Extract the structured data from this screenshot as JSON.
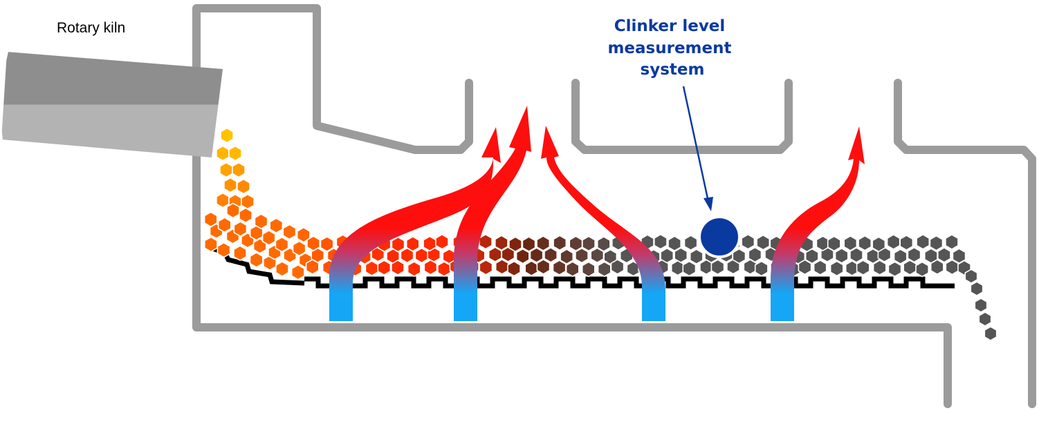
{
  "labels": {
    "rotary_kiln": "Rotary kiln",
    "measurement_system": [
      "Clinker level",
      "measurement",
      "system"
    ]
  },
  "colors": {
    "housing": "#9b9b9b",
    "kiln_top": "#8c8c8c",
    "kiln_bottom": "#b5b5b5",
    "grate": "#000000",
    "sensor": "#0a3aa0",
    "label_accent": "#0a3aa0",
    "fan_blades": "#1aa0f0",
    "air_cold": "#15a6f5",
    "air_hot": "#ff0e0e",
    "clinker_hot": "#ffc400",
    "clinker_warm": "#ff6a00",
    "clinker_red": "#ff2a00",
    "clinker_brown": "#6a2410",
    "clinker_cool": "#555555"
  },
  "icons": {
    "fan": "fan-icon",
    "cooled_clinker": "asterisk-icon"
  },
  "fans": [
    {
      "name": "cooling-fan-1"
    },
    {
      "name": "cooling-fan-2"
    },
    {
      "name": "cooling-fan-3"
    },
    {
      "name": "cooling-fan-4"
    }
  ]
}
